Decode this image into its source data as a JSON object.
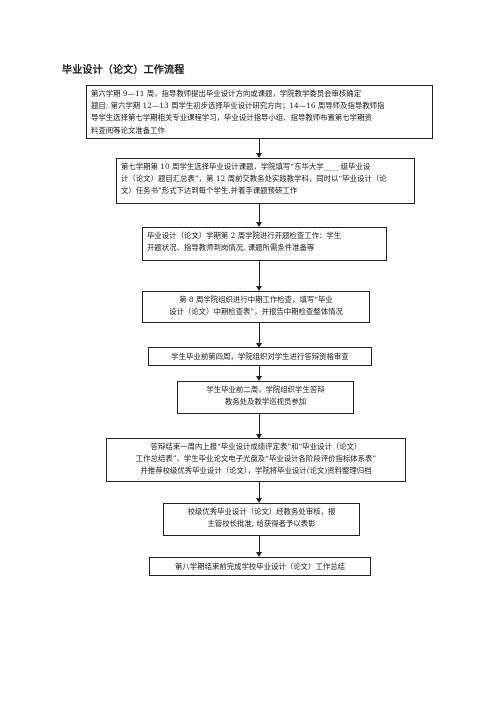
{
  "title": "毕业设计（论文）工作流程",
  "steps": [
    {
      "lines": [
        "第六学期  9—11  周，指导教师提出毕业设计方向或课题，学院教学委员会审核确定",
        "题目; 第六学期 12—13 周学生初步选择毕业设计研究方向；14—16 周导师及指导教师指",
        "导学生选择第七学期相关专业课程学习，毕业设计指导小组、指导教师布置第七学期资",
        "料查阅等论文准备工作"
      ]
    },
    {
      "lines": [
        "第七学期第 10 周学生选择毕业设计课题，学院填写“东华大学____  级毕业设",
        "计（论文）题目汇总表”，第 12 周前交教务处实践教学科，同时以“毕业设计（论",
        "文）任务书”形式下达到每个学生,并着手课题预研工作"
      ]
    },
    {
      "lines": [
        "毕业设计（论文）学期第 2 周学院进行开题检查工作：学生",
        "开题状况、指导教师到岗情况, 课题所需条件准备等"
      ]
    },
    {
      "lines": [
        "第 8 周学院组织进行中期工作检查，填写“毕业",
        "设计（论文）中期检查表”，并报告中期检查整体情况"
      ]
    },
    {
      "lines": [
        "学生毕业前第四周，学院组织对学生进行答辩资格审查"
      ]
    },
    {
      "lines": [
        "学生毕业前二周，学院组织学生答辩",
        "教务处及教学巡视员参加"
      ]
    },
    {
      "lines": [
        "答辩结束一周内上报“毕业设计成绩评定表”和“毕业设计（论文）",
        "工作总结表”、学生毕业论文电子光盘及“毕业设计各阶段评价指标体系表”",
        "并推荐校级优秀毕业设计（论文），学院将毕业设计(论文)资料整理归档"
      ]
    },
    {
      "lines": [
        "校级优秀毕业设计（论文）经教务处审核，报",
        "主管校长批准, 给获得者予以表彰"
      ]
    },
    {
      "lines": [
        "第八学期结束前完成学校毕业设计（论文）工作总结"
      ]
    }
  ]
}
